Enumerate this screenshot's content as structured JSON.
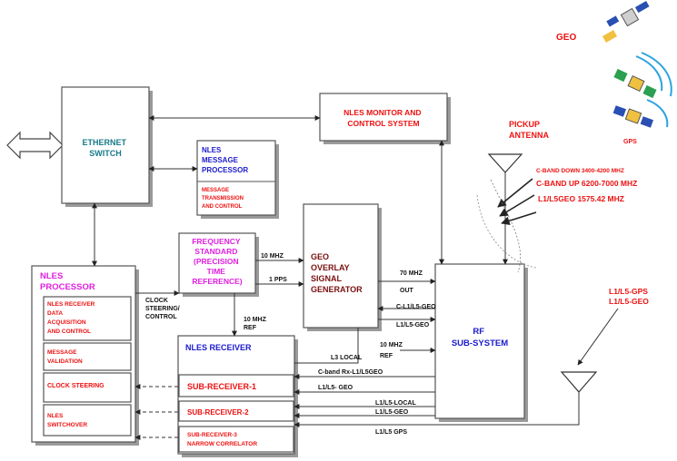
{
  "colors": {
    "red": "#ee1111",
    "blue": "#1a1acc",
    "magenta": "#e020e0",
    "teal": "#177a8a",
    "dark_red": "#7a1010",
    "box_shadow": "#9a9a9a"
  },
  "icons": [
    "double-arrow-icon",
    "satellite-icon",
    "antenna-icon"
  ],
  "sats": {
    "geo": "GEO",
    "gps": "GPS"
  },
  "boxes": {
    "ethernet": [
      "ETHERNET",
      "SWITCH"
    ],
    "monitor": [
      "NLES MONITOR AND",
      "CONTROL SYSTEM"
    ],
    "msgproc_title": [
      "NLES",
      "MESSAGE",
      "PROCESSOR"
    ],
    "msgproc_sub": [
      "MESSAGE",
      "TRANSMISSION",
      "AND CONTROL"
    ],
    "freq": [
      "FREQUENCY",
      "STANDARD",
      "(PRECISION",
      "TIME",
      "REFERENCE)"
    ],
    "geo_overlay": [
      "GEO",
      "OVERLAY",
      "SIGNAL",
      "GENERATOR"
    ],
    "rf": [
      "RF",
      "SUB-SYSTEM"
    ],
    "processor_title": [
      "NLES",
      "PROCESSOR"
    ],
    "proc_acq": [
      "NLES RECEIVER",
      "DATA",
      "ACQUISITION",
      "AND CONTROL"
    ],
    "proc_msgval": [
      "MESSAGE",
      "VALIDATION"
    ],
    "proc_clock": "CLOCK STEERING",
    "proc_switch": [
      "NLES",
      "SWITCHOVER"
    ],
    "receiver_title": "NLES RECEIVER",
    "sub1": "SUB-RECEIVER-1",
    "sub2": "SUB-RECEIVER-2",
    "sub3": [
      "SUB-RECEIVER-3",
      "NARROW CORRELATOR"
    ]
  },
  "antenna": {
    "pickup": [
      "PICKUP",
      "ANTENNA"
    ],
    "cband_down": "C-BAND DOWN  3400-4200 MHZ",
    "cband_up": "C-BAND UP 6200-7000 MHZ",
    "l1l5geo": "L1/L5GEO 1575.42 MHZ",
    "l1l5_right": [
      "L1/L5-GPS",
      "L1/L5-GEO"
    ]
  },
  "signals": {
    "mhz10": "10 MHZ",
    "pps": "1 PPS",
    "clock_steer": [
      "CLOCK",
      "STEERING/",
      "CONTROL"
    ],
    "mhz10_ref": [
      "10 MHZ",
      "REF"
    ],
    "mhz70": [
      "70 MHZ",
      "OUT"
    ],
    "cl1l5geo": "C-L1/L5-GEO",
    "l1l5geo_a": "L1/L5-GEO",
    "l3local": "L3 LOCAL",
    "mhz10_ref2": [
      "10 MHZ",
      "REF"
    ],
    "cband_rx": "C-band Rx-L1/L5GEO",
    "l1l5geo_b": "L1/L5- GEO",
    "l1l5local": "L1/L5-LOCAL",
    "l1l5geo_c": "L1/L5-GEO",
    "l1l5gps": "L1/L5 GPS"
  }
}
